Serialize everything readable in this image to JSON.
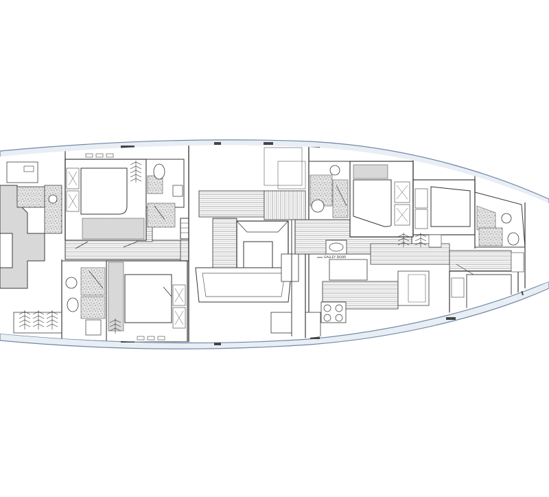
{
  "drawing": {
    "kind": "yacht-interior-layout-plan",
    "labels": {
      "door_label": "GALLEY DOOR"
    }
  },
  "rooms": [
    {
      "id": "aft-saloon",
      "kind": "lounge"
    },
    {
      "id": "aft-cabin-port",
      "kind": "double-cabin"
    },
    {
      "id": "aft-cabin-starboard",
      "kind": "double-cabin"
    },
    {
      "id": "aft-head-port",
      "kind": "head"
    },
    {
      "id": "aft-head-starboard",
      "kind": "head"
    },
    {
      "id": "mid-head",
      "kind": "head"
    },
    {
      "id": "stair",
      "kind": "companionway"
    },
    {
      "id": "main-saloon",
      "kind": "saloon"
    },
    {
      "id": "galley",
      "kind": "galley"
    },
    {
      "id": "forward-cabin-port",
      "kind": "double-cabin"
    },
    {
      "id": "forward-head",
      "kind": "head"
    },
    {
      "id": "crew-cabin",
      "kind": "bunk-cabin"
    },
    {
      "id": "forepeak-head",
      "kind": "head"
    },
    {
      "id": "bunk-room",
      "kind": "bunk-cabin"
    }
  ],
  "colors": {
    "hull_outline": "#6e88a8",
    "hull_fill": "#e9eef4",
    "wall": "#3a3a3a",
    "floor_fill": "#d6d6d6",
    "deck_stripe": "#8a8a8a",
    "head_fill": "#e6e6e6",
    "background": "#ffffff"
  }
}
